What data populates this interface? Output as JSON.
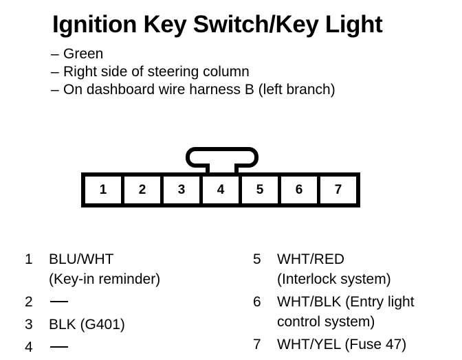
{
  "page_title": "Ignition Key Switch/Key Light",
  "notes": {
    "dash": "–",
    "items": [
      "Green",
      "Right side of steering column",
      "On dashboard wire harness B (left branch)"
    ]
  },
  "connector": {
    "name": "7-pin connector",
    "tab": "locking-tab",
    "pins": [
      "1",
      "2",
      "3",
      "4",
      "5",
      "6",
      "7"
    ]
  },
  "legend": {
    "left": [
      {
        "num": "1",
        "desc": "BLU/WHT\n(Key-in reminder)",
        "empty": false
      },
      {
        "num": "2",
        "desc": "",
        "empty": true
      },
      {
        "num": "3",
        "desc": "BLK (G401)",
        "empty": false
      },
      {
        "num": "4",
        "desc": "",
        "empty": true
      }
    ],
    "right": [
      {
        "num": "5",
        "desc": "WHT/RED\n(Interlock system)",
        "empty": false
      },
      {
        "num": "6",
        "desc": "WHT/BLK (Entry light\ncontrol system)",
        "empty": false
      },
      {
        "num": "7",
        "desc": "WHT/YEL (Fuse 47)",
        "empty": false
      }
    ]
  },
  "colors": {
    "ink": "#000000",
    "paper": "#ffffff"
  }
}
